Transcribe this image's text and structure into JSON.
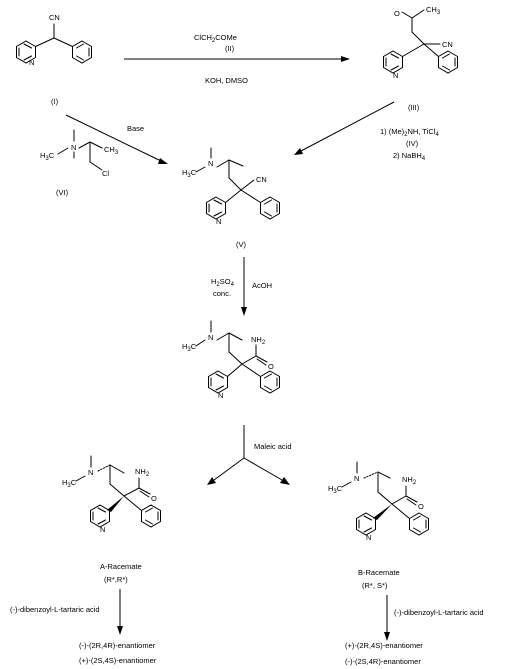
{
  "atoms": {
    "n": "N",
    "cn": "CN",
    "o": "O",
    "ch3": "CH",
    "h3c": "H",
    "h3c_c": "C",
    "nh2": "NH",
    "cl": "Cl",
    "sub3": "3",
    "sub2": "2"
  },
  "compound_labels": {
    "c1": "(I)",
    "c3": "(III)",
    "c5": "(V)",
    "c6": "(VI)"
  },
  "step1": {
    "reagent": "ClCH",
    "reagent_sub": "2",
    "reagent_end": "COMe",
    "reagent_id": "(II)",
    "conditions": "KOH, DMSO"
  },
  "step2": {
    "line1_a": "1) (Me)",
    "line1_sub": "2",
    "line1_b": "NH, TiCl",
    "line1_sub2": "4",
    "line2": "(IV)",
    "line3_a": "2) NaBH",
    "line3_sub": "4"
  },
  "step3": {
    "label": "Base"
  },
  "step4": {
    "acid_a": "H",
    "acid_sub1": "2",
    "acid_b": "SO",
    "acid_sub2": "4",
    "acid_line2": "conc.",
    "cosolvent": "AcOH"
  },
  "step5": {
    "label": "Maleic acid"
  },
  "racemate_a": {
    "name": "A-Racemate",
    "config": "(R*,R*)",
    "resolving_agent": "(-)-dibenzoyl-L-tartaric acid",
    "products": [
      "(-)-(2R,4R)-enantiomer",
      "(+)-(2S,4S)-enantiomer"
    ]
  },
  "racemate_b": {
    "name": "B-Racemate",
    "config": "(R*, S*)",
    "resolving_agent": "(-)-dibenzoyl-L-tartaric acid",
    "products": [
      "(+)-(2R,4S)-enantiomer",
      "(-)-(2S,4R)-enantiomer"
    ]
  }
}
